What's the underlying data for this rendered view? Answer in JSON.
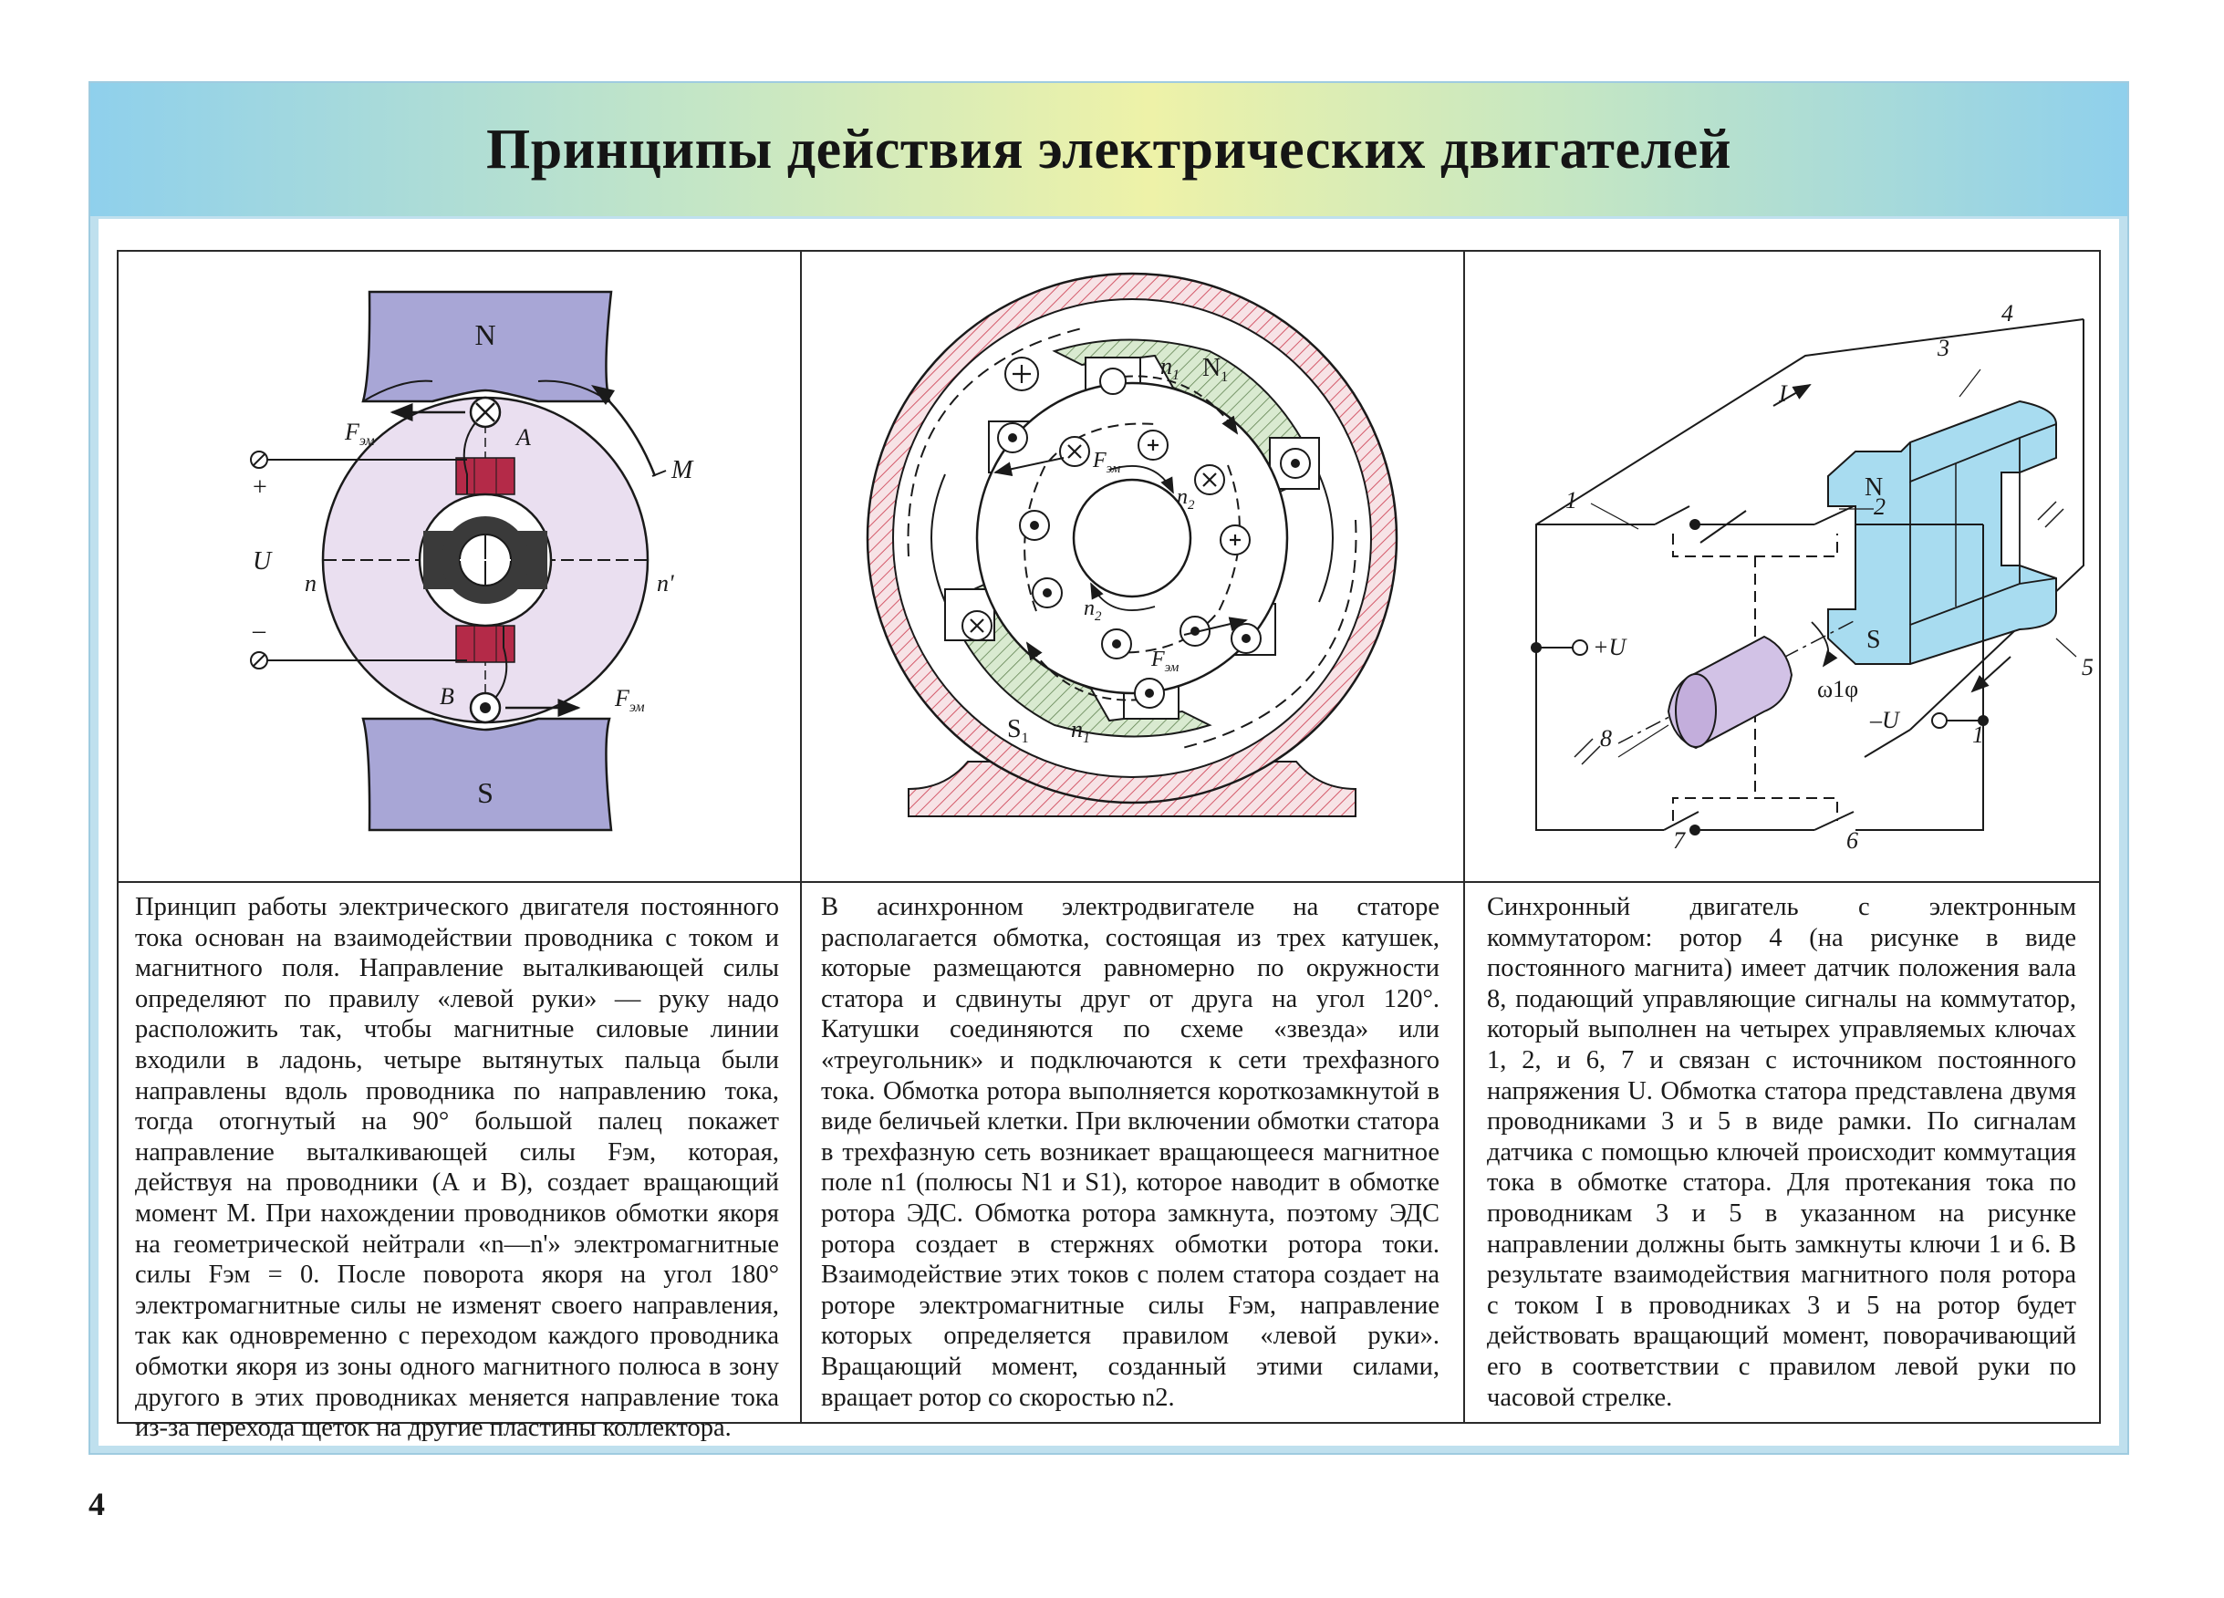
{
  "page": {
    "title": "Принципы действия электрических двигателей",
    "page_number": "4"
  },
  "colors": {
    "title_band_gradient": [
      "#8fd0ec",
      "#eef2a8",
      "#8fd0ec"
    ],
    "magnet_pole": "#a8a6d6",
    "stator_green": "#cfe3c0",
    "stator_red": "#e58a96",
    "magnet_blue": "#a8dcf0",
    "sensor_violet": "#d2c2e6"
  },
  "panels": [
    {
      "id": "dc-motor",
      "labels": {
        "pole_n": "N",
        "pole_s": "S",
        "a": "A",
        "b": "B",
        "m": "M",
        "n_left": "n",
        "n_right": "n'",
        "u": "U",
        "plus": "+",
        "minus": "–",
        "f_top": "F",
        "f_bottom": "F",
        "f_sub": "эм"
      },
      "text": "Принцип работы электрического двигателя постоянного тока основан на взаимодействии проводника с током и магнитного поля. Направление выталкивающей силы определяют по правилу «левой руки» — руку надо расположить так, чтобы магнитные силовые линии входили в ладонь, четыре вытянутых пальца были направлены вдоль проводника по направлению тока, тогда отогнутый на 90° большой палец покажет направление выталкивающей силы Fэм, которая, действуя на проводники (A и B), создает вращающий момент M. При нахождении проводников обмотки якоря на геометрической нейтрали «n—n'» электромагнитные силы Fэм = 0. После поворота якоря на угол 180° электромагнитные силы не изменят своего направления, так как одновременно с переходом каждого проводника обмотки якоря из зоны одного магнитного полюса в зону другого в этих проводниках меняется направление тока из-за перехода щеток на другие пластины коллектора."
    },
    {
      "id": "async-motor",
      "labels": {
        "n1_top": "n",
        "n1_sub": "1",
        "pole_n1": "N",
        "pole_s1": "S",
        "pole_sub": "1",
        "n2_top": "n",
        "n2_sub": "2",
        "f_top": "F",
        "f_bottom": "F",
        "f_sub": "эм"
      },
      "text": "В асинхронном электродвигателе на статоре располагается обмотка, состоящая из трех катушек, которые размещаются равномерно по окружности статора и сдвинуты друг от друга на угол 120°. Катушки соединяются по схеме «звезда» или «треугольник» и подключаются к сети трехфазного тока. Обмотка ротора выполняется короткозамкнутой в виде беличьей клетки. При включении обмотки статора в трехфазную сеть возникает вращающееся магнитное поле n1 (полюсы N1 и S1), которое наводит в обмотке ротора ЭДС. Обмотка ротора замкнута, поэтому ЭДС ротора создает в стержнях обмотки ротора токи. Взаимодействие этих токов с полем статора создает на роторе электромагнитные силы Fэм, направление которых определяется правилом «левой руки». Вращающий момент, созданный этими силами, вращает ротор со скоростью n2."
    },
    {
      "id": "sync-motor",
      "labels": {
        "l1": "1",
        "l2": "2",
        "l3": "3",
        "l4": "4",
        "l5": "5",
        "l6": "6",
        "l7": "7",
        "l8": "8",
        "l1b": "1",
        "current_i": "I",
        "plus_u": "+U",
        "minus_u": "–U",
        "omega": "ω1φ",
        "pole_n": "N",
        "pole_s": "S"
      },
      "text": "Синхронный двигатель с электронным коммутатором: ротор 4 (на рисунке в виде постоянного магнита) имеет датчик положения вала 8, подающий управляющие сигналы на коммутатор, который выполнен на четырех управляемых ключах 1, 2, и 6, 7 и связан с источником постоянного напряжения U. Обмотка статора представлена двумя проводниками 3 и 5 в виде рамки. По сигналам датчика с помощью ключей происходит коммутация тока в обмотке статора. Для протекания тока по проводникам 3 и 5 в указанном на рисунке направлении должны быть замкнуты ключи 1 и 6. В результате взаимодействия магнитного поля ротора с током I в проводниках 3 и 5 на ротор будет действовать вращающий момент, поворачивающий его в соответствии с правилом левой руки по часовой стрелке."
    }
  ]
}
